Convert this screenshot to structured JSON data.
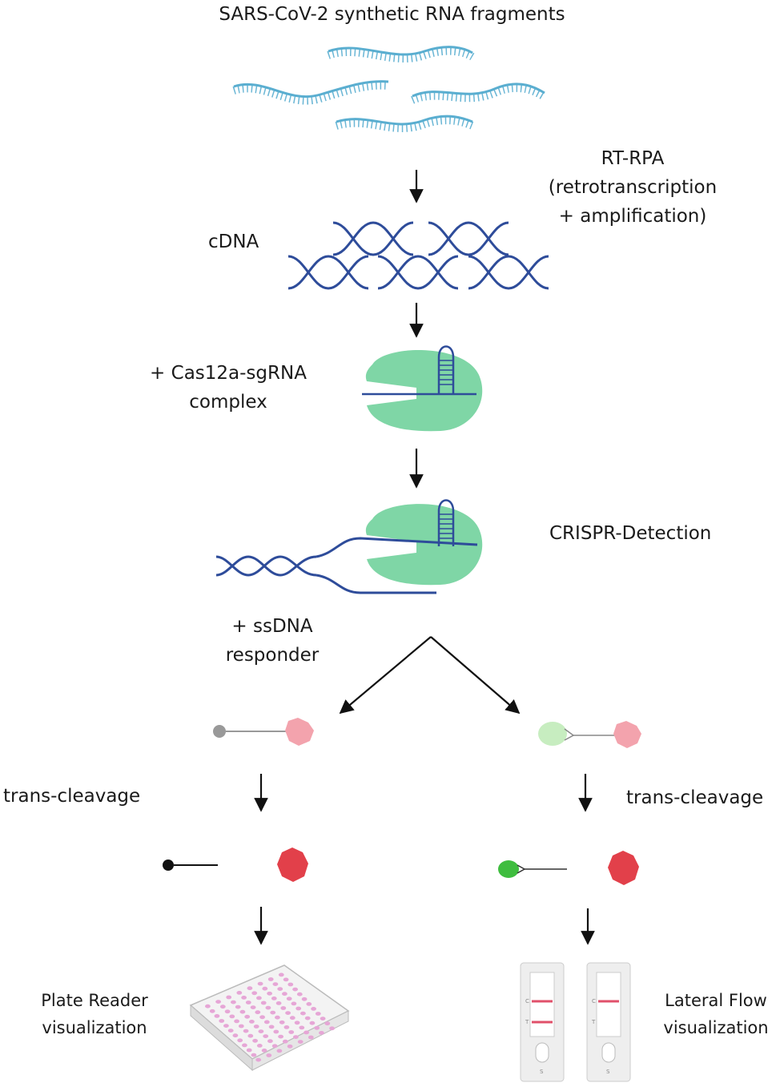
{
  "title": "SARS-CoV-2  synthetic RNA fragments",
  "steps": {
    "rt_rpa": [
      "RT-RPA",
      "(retrotranscription",
      "+ amplification)"
    ],
    "cdna": "cDNA",
    "cas_complex": [
      "+ Cas12a-sgRNA",
      "complex"
    ],
    "crispr_detection": "CRISPR-Detection",
    "ssdna_responder": [
      "+ ssDNA",
      "responder"
    ],
    "trans_cleavage_left": "trans-cleavage",
    "trans_cleavage_right": "trans-cleavage",
    "plate_reader": [
      "Plate Reader",
      "visualization"
    ],
    "lateral_flow": [
      "Lateral Flow",
      "visualization"
    ]
  },
  "strip_marks": {
    "control": "C",
    "test": "T",
    "sample": "S"
  },
  "colors": {
    "rna": "#5aaed0",
    "dna": "#2e4c9a",
    "protein": "#7fd6a6",
    "reporter_grey": "#999999",
    "fluor_pink": "#f3a3ad",
    "fluor_red": "#e2404a",
    "green_light": "#c7edc0",
    "green_dark": "#3fbd3f",
    "plate_well": "#e6a6d6",
    "strip_line": "#e0506a"
  }
}
